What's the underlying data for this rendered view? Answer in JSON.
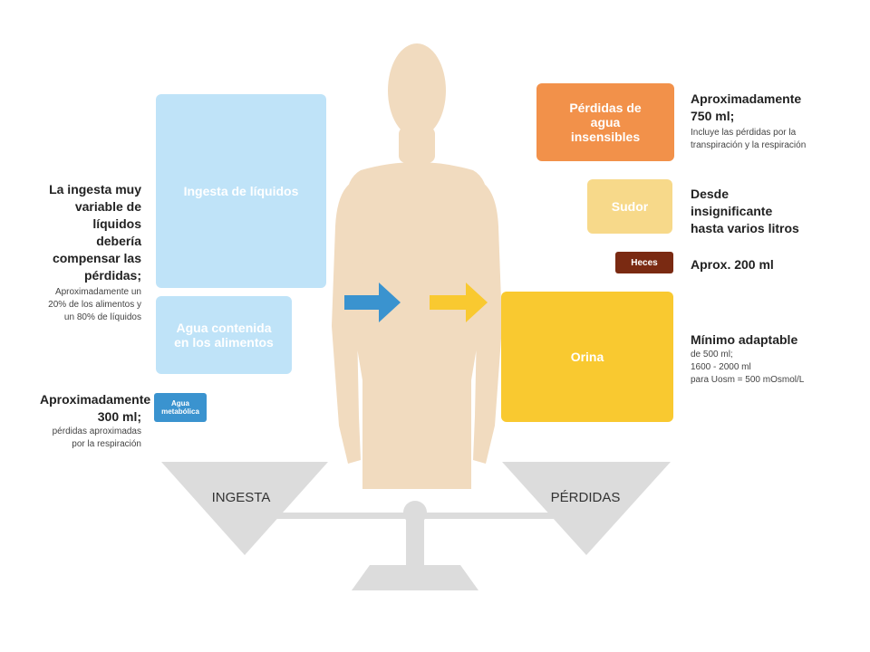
{
  "intake": {
    "fluids_label": "Ingesta de líquidos",
    "food_water_label": "Agua contenida en los alimentos",
    "metabolic_label": "Agua metabólica",
    "note_main": "La ingesta muy variable de líquidos debería compensar las pérdidas;",
    "note_detail": "Aproximadamente un 20% de los alimentos y un 80% de líquidos",
    "metabolic_note_main": "Aproximadamente 300 ml;",
    "metabolic_note_detail": "pérdidas aproximadas por la respiración"
  },
  "losses": {
    "insensible_label": "Pérdidas de agua insensibles",
    "insensible_note_main": "Aproximadamente 750 ml;",
    "insensible_note_detail": "Incluye las pérdidas por la transpiración y la respiración",
    "sweat_label": "Sudor",
    "sweat_note": "Desde insignificante hasta varios litros",
    "feces_label": "Heces",
    "feces_note": "Aprox. 200 ml",
    "urine_label": "Orina",
    "urine_note_main": "Mínimo adaptable",
    "urine_note_detail_1": "de 500 ml;",
    "urine_note_detail_2": "1600 - 2000 ml",
    "urine_note_detail_3": "para Uosm = 500 mOsmol/L"
  },
  "balance": {
    "left_label": "INGESTA",
    "right_label": "PÉRDIDAS"
  },
  "colors": {
    "fluids": "#bfe3f8",
    "food_water": "#bfe3f8",
    "metabolic": "#3a93cf",
    "insensible": "#f2914a",
    "sweat": "#f7d98a",
    "feces": "#7a2a12",
    "urine": "#f9c930",
    "body": "#f1dbbf",
    "scale": "#dcdcdc",
    "arrow_in": "#3a93cf",
    "arrow_out": "#f9c930"
  }
}
